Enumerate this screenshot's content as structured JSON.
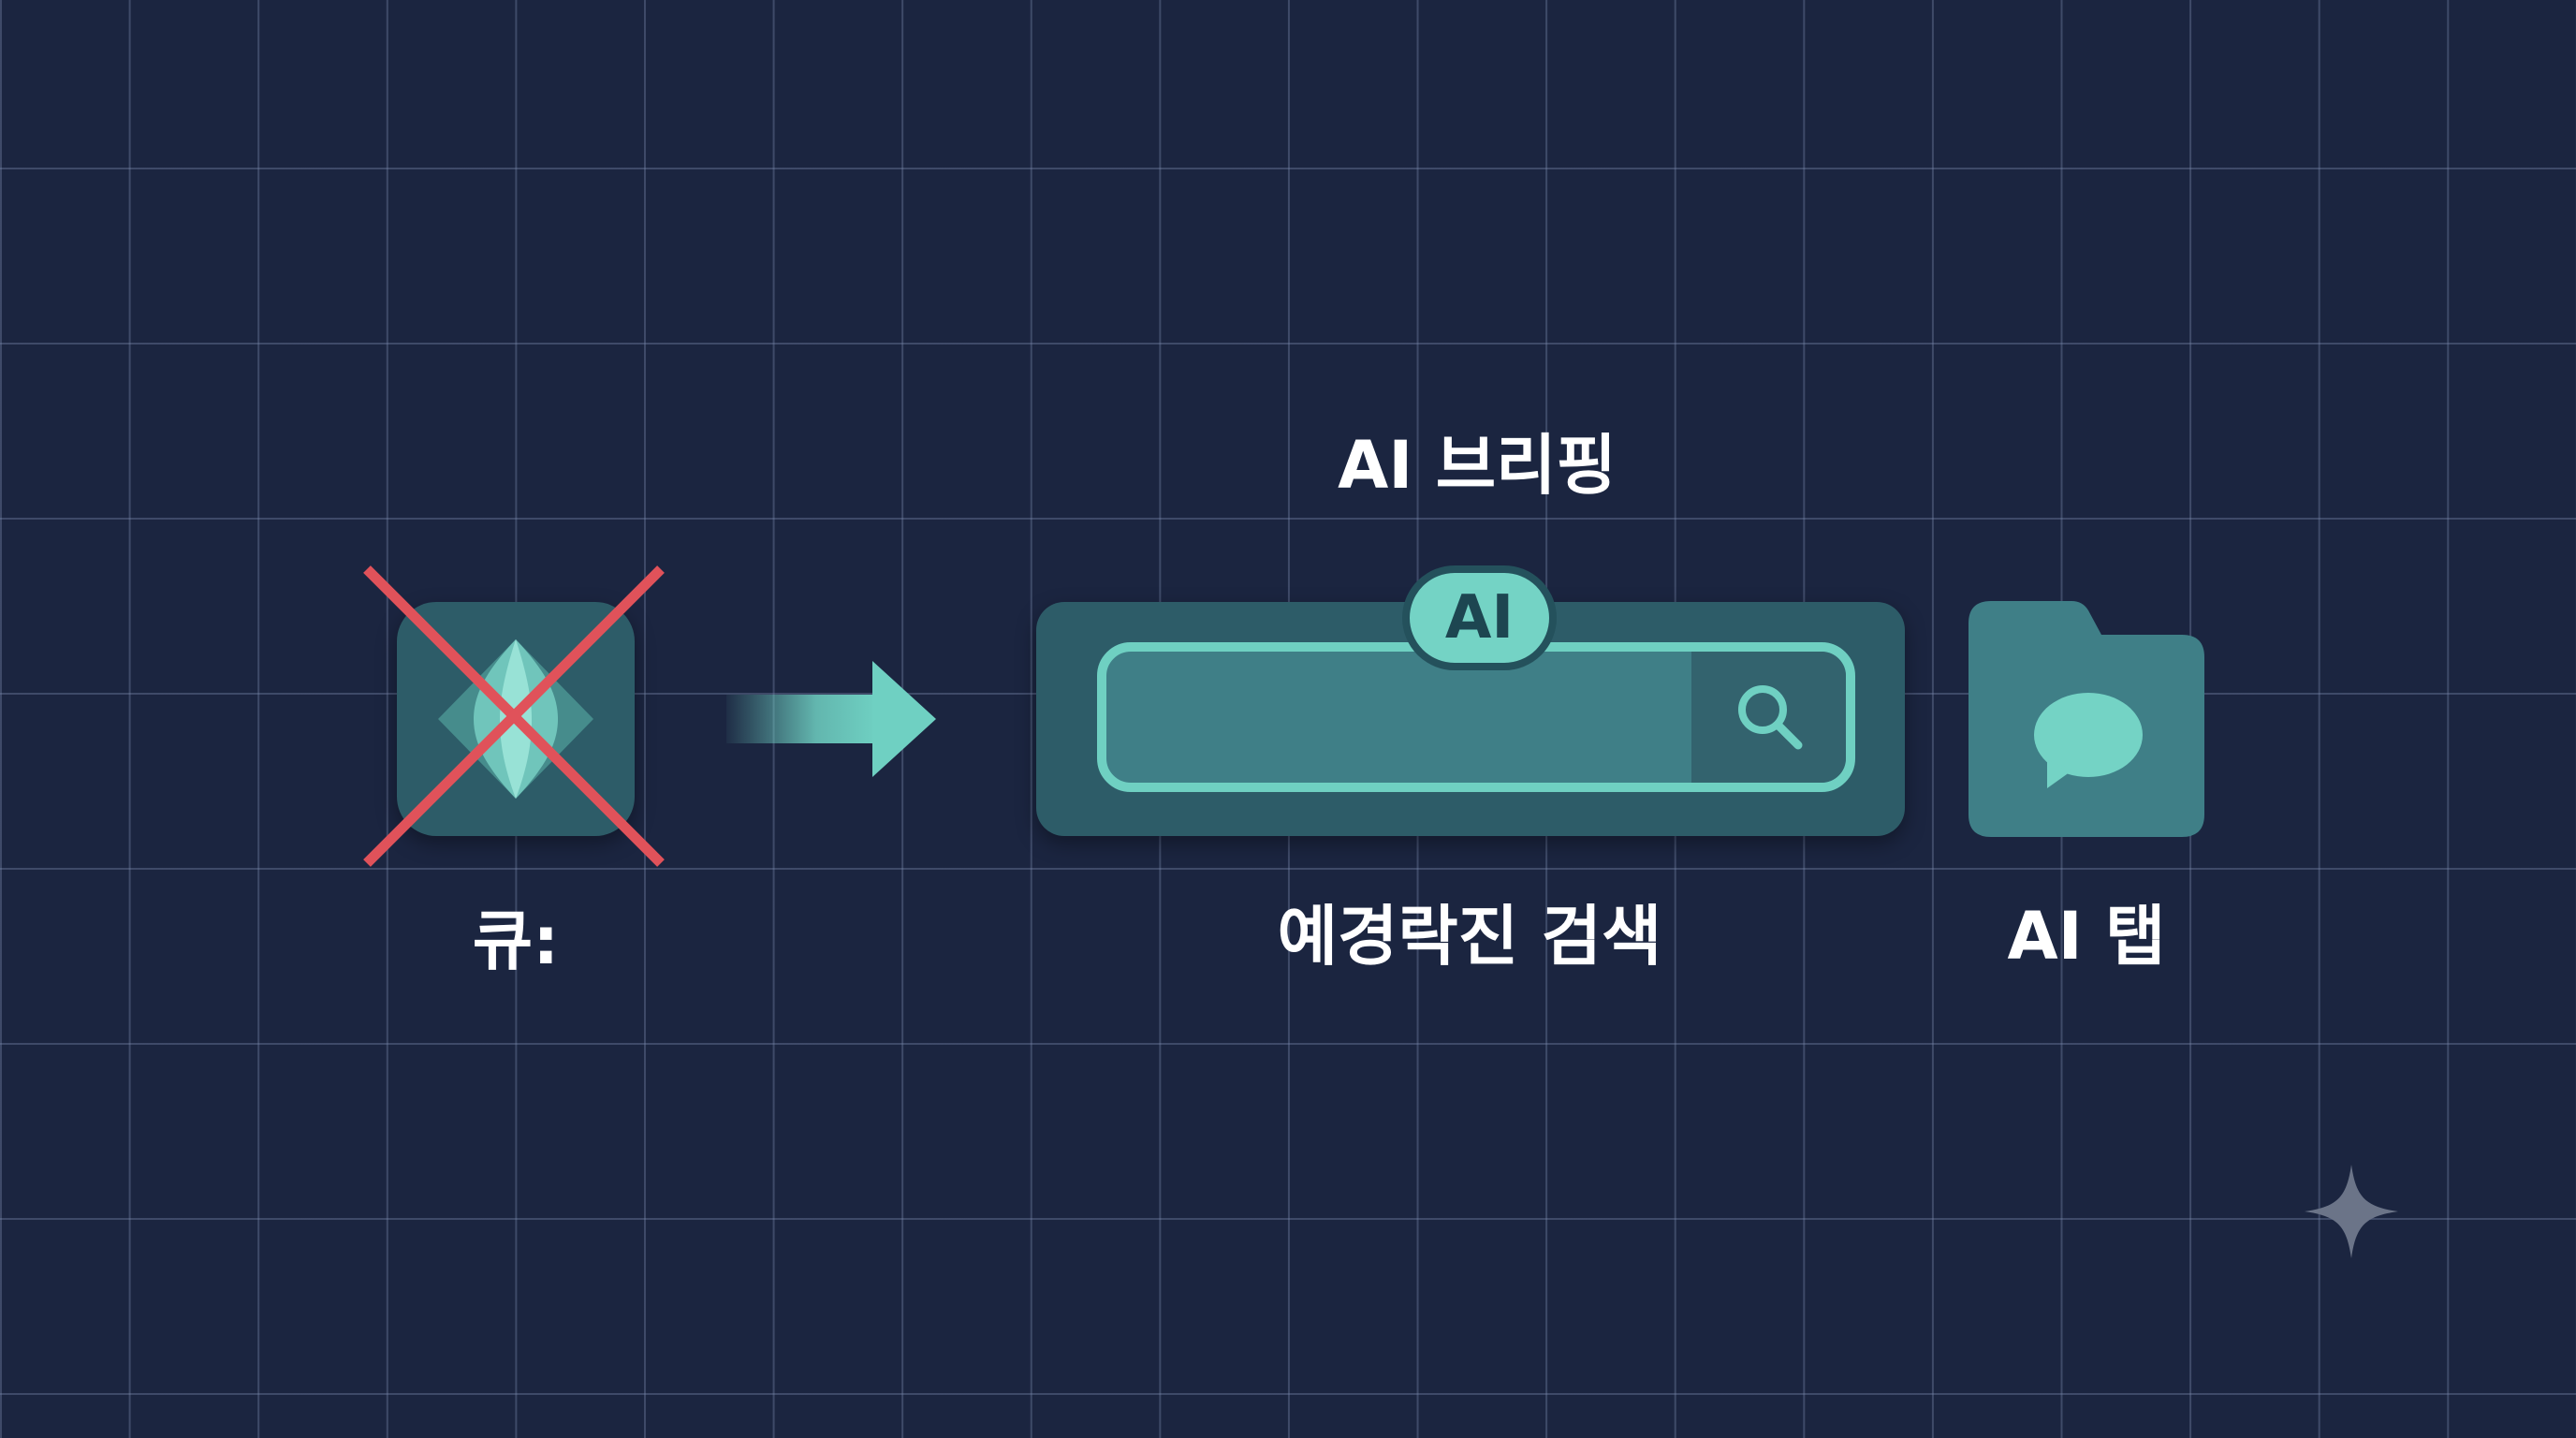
{
  "labels": {
    "left": "큐:",
    "top": "AI 브리핑",
    "center": "예경락진 검색",
    "right": "AI 탭"
  },
  "badge": {
    "text": "AI"
  },
  "icons": {
    "old_app": "diamond-app-icon",
    "removed_mark": "red-x-cross-icon",
    "arrow": "right-arrow-icon",
    "search": "magnifier-icon",
    "tab": "folder-chat-bubble-icon",
    "sparkle": "four-point-star-icon"
  },
  "colors": {
    "background": "#1b2540",
    "grid": "#56627f",
    "panel": "#2d5c68",
    "accent": "#6fd0c2",
    "cross": "#e0525a",
    "text": "#ffffff"
  }
}
